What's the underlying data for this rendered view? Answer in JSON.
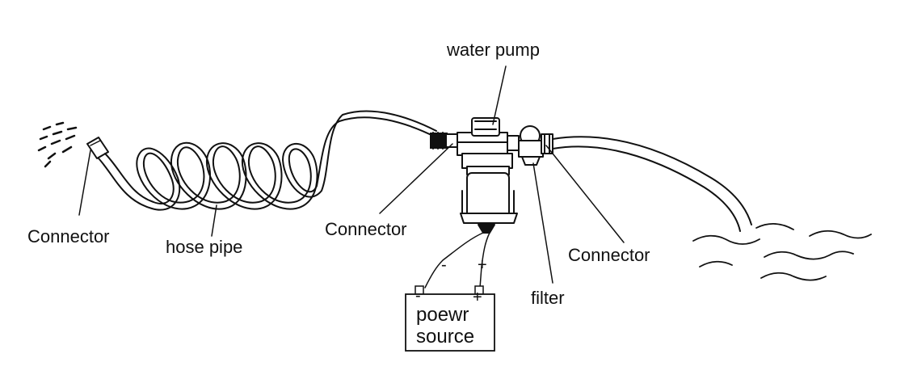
{
  "labels": {
    "water_pump": "water pump",
    "connector_left": "Connector",
    "hose_pipe": "hose pipe",
    "connector_middle": "Connector",
    "connector_right": "Connector",
    "filter": "filter",
    "wire_minus": "-",
    "wire_plus": "+",
    "terminal_minus": "-",
    "terminal_plus": "+",
    "power_source_line1": "poewr",
    "power_source_line2": "source"
  },
  "colors": {
    "ink": "#111111",
    "background": "#ffffff"
  }
}
